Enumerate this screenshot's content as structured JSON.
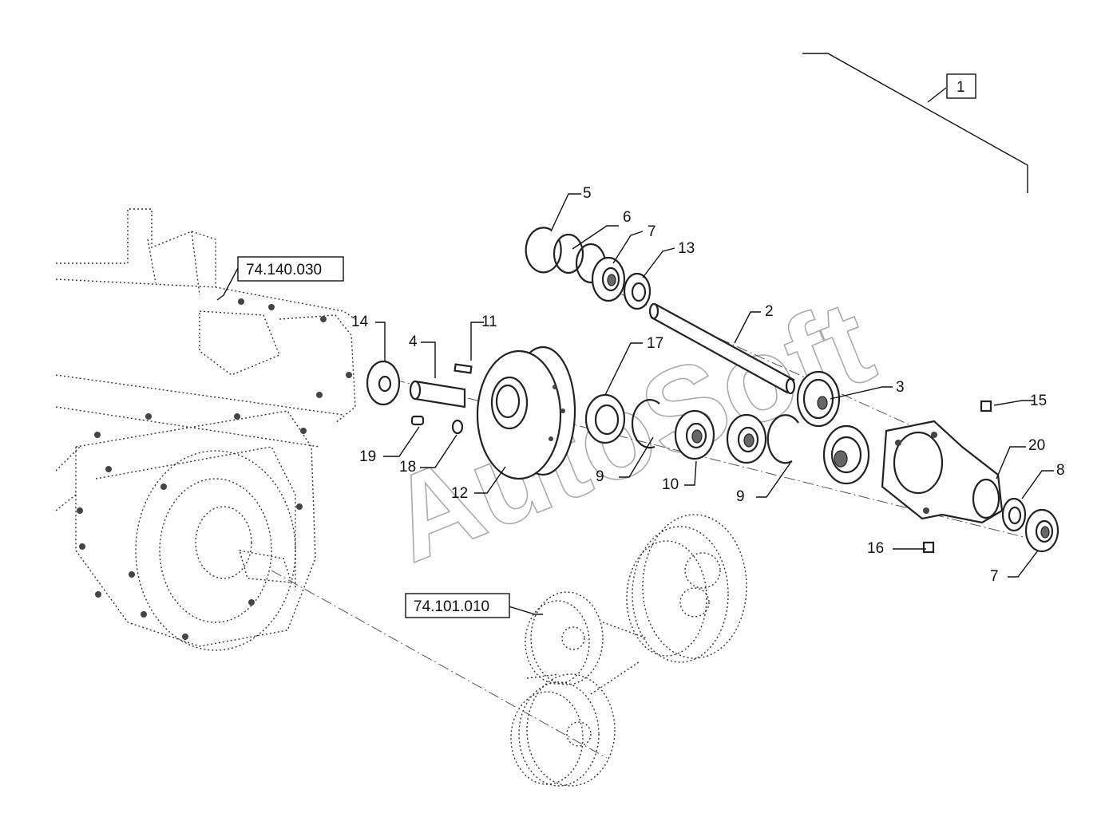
{
  "references": {
    "frame": "74.140.030",
    "pulleys": "74.101.010",
    "assembly": "1"
  },
  "watermark": "AutoSoft",
  "callouts": {
    "c2": "2",
    "c3": "3",
    "c4": "4",
    "c5": "5",
    "c6": "6",
    "c7a": "7",
    "c7b": "7",
    "c8": "8",
    "c9a": "9",
    "c9b": "9",
    "c10": "10",
    "c11": "11",
    "c12": "12",
    "c13": "13",
    "c14": "14",
    "c15": "15",
    "c16": "16",
    "c17": "17",
    "c18": "18",
    "c19": "19",
    "c20": "20"
  },
  "colors": {
    "line": "#222222",
    "background": "#ffffff"
  }
}
